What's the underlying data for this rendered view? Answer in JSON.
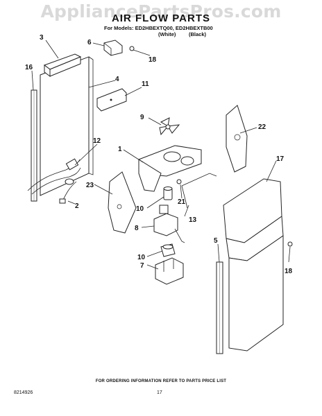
{
  "watermark": "AppliancePartsPros.com",
  "header": {
    "title": "AIR FLOW PARTS",
    "models": "For Models: ED2HBEXTQ00, ED2HBEXTB00",
    "variant_white": "(White)",
    "variant_black": "(Black)"
  },
  "callouts": [
    "1",
    "2",
    "3",
    "4",
    "5",
    "6",
    "7",
    "8",
    "9",
    "10",
    "10",
    "11",
    "12",
    "13",
    "16",
    "17",
    "18",
    "18",
    "21",
    "22",
    "23"
  ],
  "footer": {
    "note": "FOR ORDERING INFORMATION REFER TO PARTS PRICE LIST",
    "page": "17",
    "doc_number": "8214926"
  }
}
